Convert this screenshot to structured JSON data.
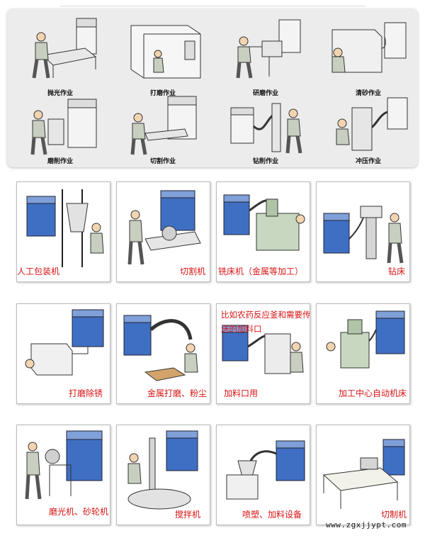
{
  "colors": {
    "accent_label": "#d81414",
    "panel_bg": "#ececec",
    "machine_blue": "#3f6fc2"
  },
  "top_panel": {
    "items": [
      {
        "label": "抛光作业",
        "icon": "polishing-worker-icon"
      },
      {
        "label": "打磨作业",
        "icon": "grinding-booth-icon"
      },
      {
        "label": "研磨作业",
        "icon": "lapping-worker-icon"
      },
      {
        "label": "清砂作业",
        "icon": "sand-cleaning-icon"
      },
      {
        "label": "磨削作业",
        "icon": "abrasive-grinding-icon"
      },
      {
        "label": "切割作业",
        "icon": "cutting-worker-icon"
      },
      {
        "label": "钻削作业",
        "icon": "drilling-worker-icon"
      },
      {
        "label": "冲压作业",
        "icon": "stamping-worker-icon"
      }
    ]
  },
  "cards": [
    {
      "label": "人工包装机",
      "icon": "manual-packing-machine-icon"
    },
    {
      "label": "切割机",
      "icon": "cutting-machine-icon"
    },
    {
      "label": "铣床机（金属等加工）",
      "icon": "milling-machine-icon"
    },
    {
      "label": "钻床",
      "icon": "drill-press-icon"
    },
    {
      "label": "打磨除锈",
      "icon": "grinding-rust-removal-icon"
    },
    {
      "label": "金属打磨、粉尘",
      "icon": "metal-grinding-dust-icon"
    },
    {
      "label": "加料口用",
      "icon": "feeding-port-icon",
      "note": "比如农药反应釜和需要传送的加料口"
    },
    {
      "label": "加工中心自动机床",
      "icon": "machining-center-icon"
    },
    {
      "label": "磨光机、砂轮机",
      "icon": "grinding-wheel-machine-icon"
    },
    {
      "label": "搅拌机",
      "icon": "mixer-machine-icon"
    },
    {
      "label": "喷塑、加料设备",
      "icon": "powder-spray-feeding-icon"
    },
    {
      "label": "切制机",
      "icon": "cutting-table-icon"
    }
  ],
  "watermark": "www.zgxjjypt.com"
}
